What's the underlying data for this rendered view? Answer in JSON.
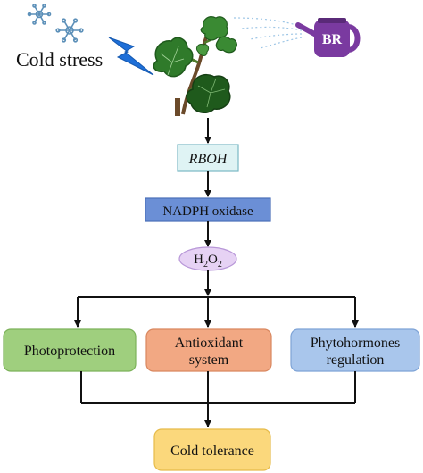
{
  "top": {
    "stress_label": "Cold stress",
    "br_label": "BR"
  },
  "pathway": {
    "gene": "RBOH",
    "enzyme": "NADPH oxidase",
    "ros_main": "H",
    "ros_sub1": "2",
    "ros_mid": "O",
    "ros_sub2": "2"
  },
  "responses": [
    {
      "line1": "Photoprotection",
      "line2": ""
    },
    {
      "line1": "Antioxidant",
      "line2": "system"
    },
    {
      "line1": "Phytohormones",
      "line2": "regulation"
    }
  ],
  "outcome": "Cold tolerance",
  "colors": {
    "rboh_fill": "#dff3f4",
    "rboh_stroke": "#7ab8c4",
    "nadph_fill": "#6b8fd6",
    "nadph_stroke": "#4a6fb8",
    "h2o2_fill": "#e6d2f4",
    "h2o2_stroke": "#b897d8",
    "photo_fill": "#9fcf7e",
    "photo_stroke": "#7cb25a",
    "antiox_fill": "#f2a883",
    "antiox_stroke": "#d9875f",
    "phyto_fill": "#a9c6ec",
    "phyto_stroke": "#7ea3d6",
    "cold_fill": "#fbd87c",
    "cold_stroke": "#e6bb4a",
    "can_fill": "#7a3aa0",
    "lightning": "#1e6fd8",
    "snow": "#5b8fb8",
    "leaf": "#2f7a2a",
    "leaf_dark": "#1f5a1c",
    "stem": "#6b4a2a"
  },
  "icons": [
    "snowflake-icon",
    "lightning-icon",
    "watering-can-icon",
    "plant-icon"
  ]
}
